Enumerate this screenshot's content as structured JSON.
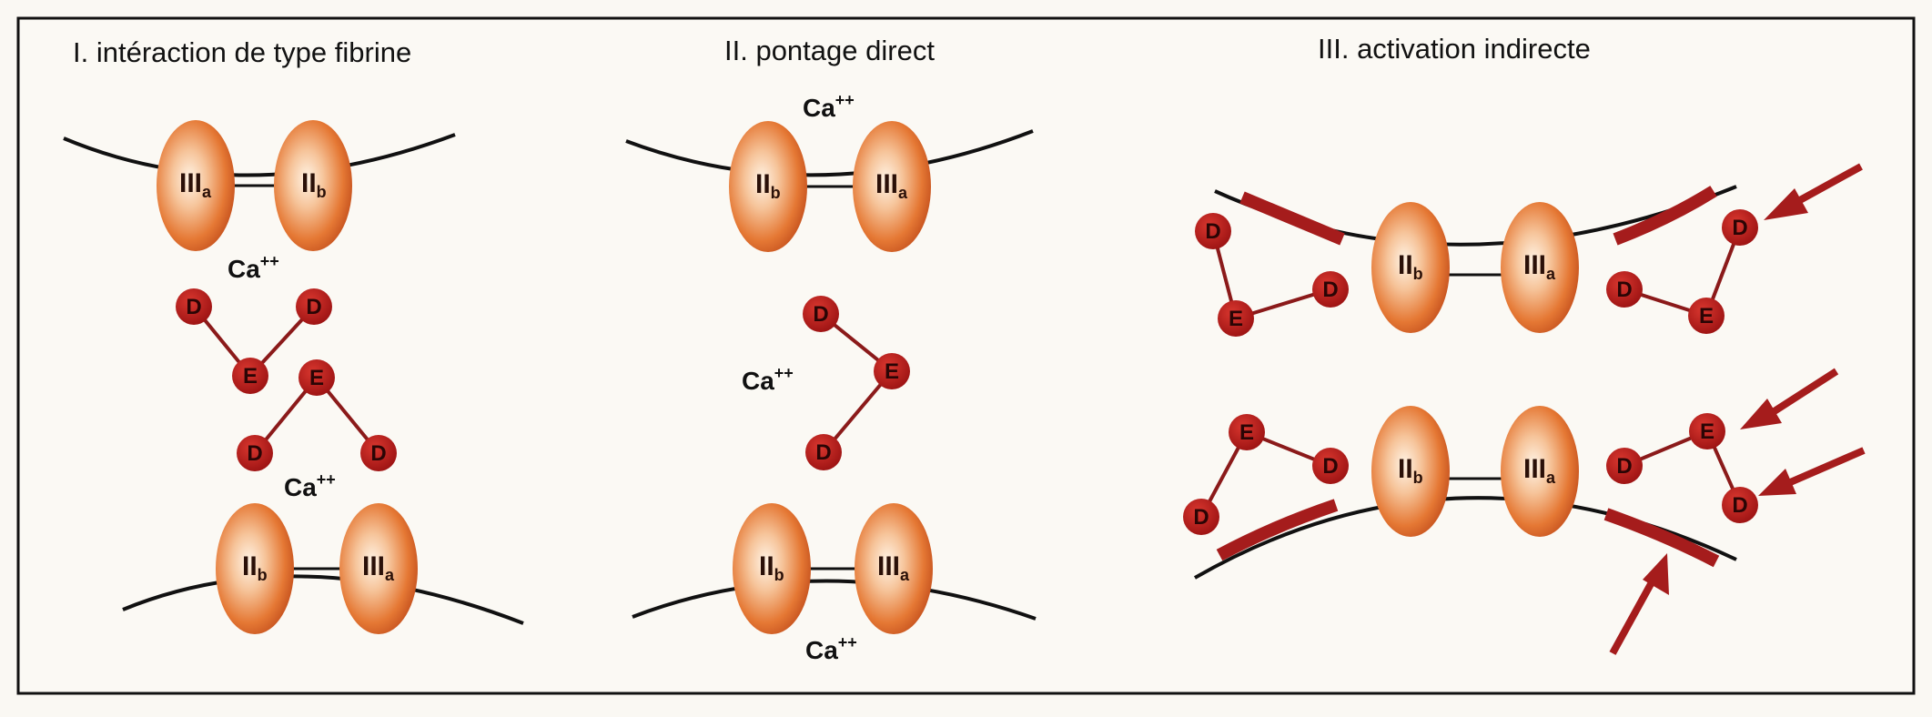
{
  "panels": [
    {
      "title": "I. intéraction de type fibrine"
    },
    {
      "title": "II. pontage direct"
    },
    {
      "title": "III. activation indirecte"
    }
  ],
  "labels": {
    "ca_base": "Ca",
    "ca_sup": "++",
    "receptor_iib_base": "II",
    "receptor_iib_sub": "b",
    "receptor_iiia_base": "III",
    "receptor_iiia_sub": "a",
    "node_d": "D",
    "node_e": "E"
  },
  "colors": {
    "frame": "#111111",
    "background": "#faf8f3",
    "receptor_fill": "#e26a2a",
    "receptor_highlight": "#fff1df",
    "node_fill": "#b01a1a",
    "bond": "#8b1a1a",
    "membrane": "#111111",
    "activation": "#a51c1c"
  }
}
